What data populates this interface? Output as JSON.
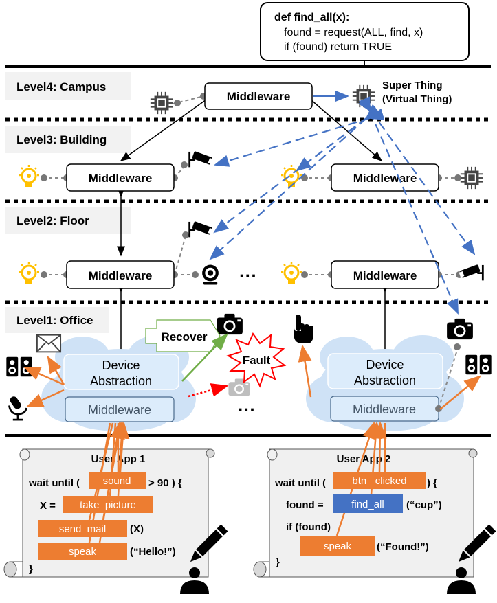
{
  "code_box": {
    "line1": "def find_all(x):",
    "line2": "found = request(ALL, find, x)",
    "line3": "if (found) return TRUE"
  },
  "levels": {
    "campus": "Level4: Campus",
    "building": "Level3: Building",
    "floor": "Level2: Floor",
    "office": "Level1: Office"
  },
  "middleware_label": "Middleware",
  "super_thing": {
    "line1": "Super Thing",
    "line2": "(Virtual Thing)"
  },
  "ellipsis": "···",
  "device_abstraction": {
    "line1": "Device",
    "line2": "Abstraction"
  },
  "recover_label": "Recover",
  "fault_label": "Fault",
  "app1": {
    "title": "User App 1",
    "wait_until": "wait until (",
    "cond_rest": "> 90 ) {",
    "x_assign": "X =",
    "func_sound": "sound",
    "func_take_picture": "take_picture",
    "func_send_mail": "send_mail",
    "arg_x": "(X)",
    "func_speak": "speak",
    "arg_hello": "(“Hello!”)",
    "close": "}"
  },
  "app2": {
    "title": "User App 2",
    "wait_until": "wait until (",
    "func_btn": "btn_ clicked",
    "cond_rest": ") {",
    "found_assign": "found =",
    "func_find_all": "find_all",
    "arg_cup": "(“cup”)",
    "if_found": "if (found)",
    "func_speak": "speak",
    "arg_found": "(“Found!”)",
    "close": "}"
  },
  "colors": {
    "orange": "#ed7d31",
    "blue_arrow": "#4472c4",
    "green_arrow": "#70ad47",
    "red_arrow": "#ff0000",
    "cloud": "#cfe2f6",
    "bulb": "#ffc000"
  }
}
